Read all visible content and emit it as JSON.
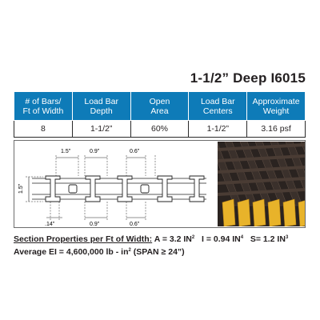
{
  "title": "1-1/2” Deep I6015",
  "table": {
    "headers": [
      "# of Bars/\nFt of Width",
      "Load Bar\nDepth",
      "Open\nArea",
      "Load Bar\nCenters",
      "Approximate\nWeight"
    ],
    "rows": [
      [
        "8",
        "1-1/2”",
        "60%",
        "1-1/2”",
        "3.16 psf"
      ]
    ]
  },
  "diagram": {
    "dims": {
      "bar_spacing": "1.5”",
      "top_open_1": "0.9”",
      "top_open_2": "0.6”",
      "depth": "1.5”",
      "bottom_left": ".14”",
      "bottom_open_1": "0.9”",
      "bottom_open_2": "0.6”"
    }
  },
  "colors": {
    "header_blue": "#0e7bb8",
    "grating_yellow": "#e8b32a",
    "grating_dark": "#3a302b"
  },
  "properties": {
    "label": "Section Properties per Ft of Width:",
    "area": "A = 3.2 IN",
    "area_exp": "2",
    "inertia": "I = 0.94 IN",
    "inertia_exp": "4",
    "modulus": "S= 1.2 IN",
    "modulus_exp": "3",
    "ei_prefix": "Average EI = 4,600,000 lb - in",
    "ei_exp": "2",
    "ei_suffix": " (SPAN ≥ 24”)"
  }
}
